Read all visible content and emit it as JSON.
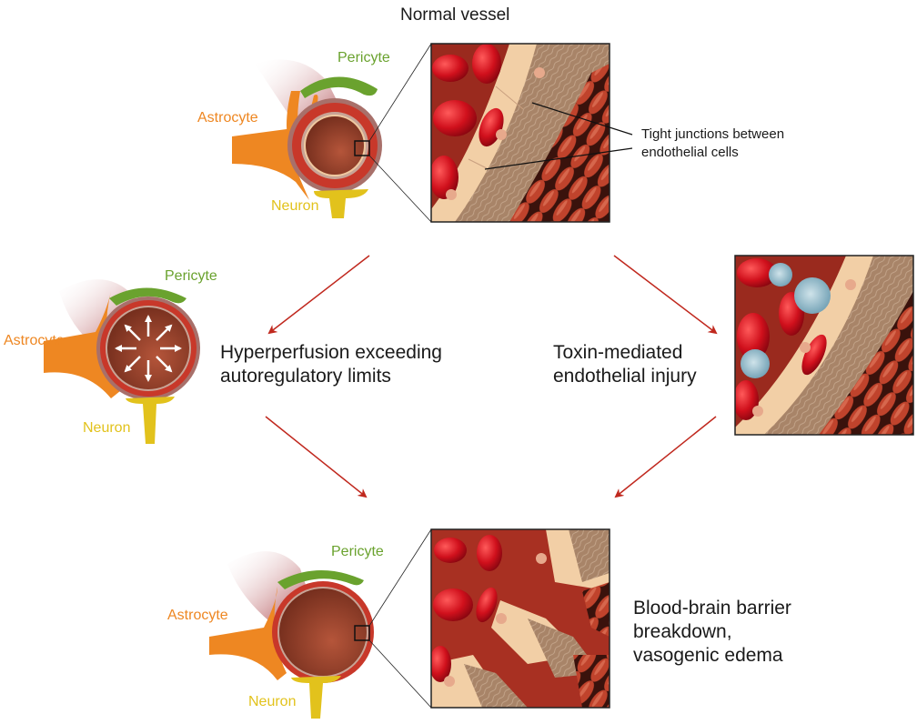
{
  "title": "Normal vessel",
  "colors": {
    "arrow": "#c0281e",
    "pericyte": "#6aa22e",
    "astrocyte": "#ee8722",
    "neuron": "#e2c21c",
    "vessel_wall": "#c8382a",
    "lumen": "#8a3a26",
    "rbc": "#c8101c",
    "endothelium": "#f2cfa6",
    "basement": "#a88468",
    "muscle": "#b83a28",
    "leukocyte": "#8fb8c8"
  },
  "panels": {
    "normal": {
      "labels": {
        "pericyte": "Pericyte",
        "astrocyte": "Astrocyte",
        "neuron": "Neuron"
      },
      "callout": {
        "line1": "Tight junctions between",
        "line2": "endothelial cells"
      }
    },
    "hyperperfusion": {
      "labels": {
        "pericyte": "Pericyte",
        "astrocyte": "Astrocyte",
        "neuron": "Neuron"
      },
      "caption": {
        "line1": "Hyperperfusion exceeding",
        "line2": "autoregulatory limits"
      }
    },
    "toxin": {
      "caption": {
        "line1": "Toxin-mediated",
        "line2": "endothelial injury"
      }
    },
    "breakdown": {
      "labels": {
        "pericyte": "Pericyte",
        "astrocyte": "Astrocyte",
        "neuron": "Neuron"
      },
      "caption": {
        "line1": "Blood-brain barrier",
        "line2": "breakdown,",
        "line3": "vasogenic edema"
      }
    }
  }
}
